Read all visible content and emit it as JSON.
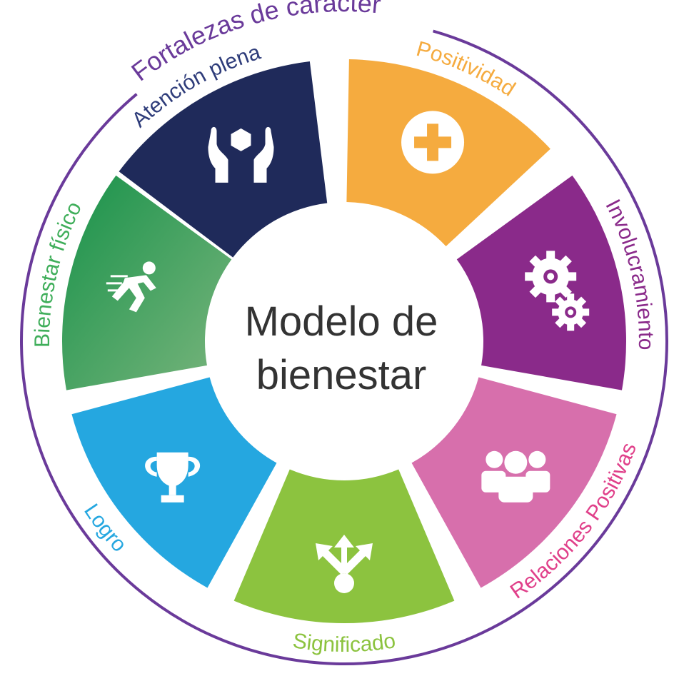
{
  "outer_title": "Fortalezas de carácter",
  "center": {
    "line1": "Modelo de",
    "line2": "bienestar"
  },
  "segments": [
    {
      "key": "atencion",
      "label": "Atención plena",
      "color": "#1f2a5a",
      "label_color": "#2e3c7a",
      "icon": "hands-holding-cube-icon"
    },
    {
      "key": "positividad",
      "label": "Positividad",
      "color": "#f5ab3f",
      "label_color": "#f5ab3f",
      "icon": "plus-circle-icon"
    },
    {
      "key": "involucramiento",
      "label": "Involucramiento",
      "color": "#8a2a8a",
      "label_color": "#8a2a8a",
      "icon": "gears-icon"
    },
    {
      "key": "relaciones",
      "label": "Relaciones Positivas",
      "color": "#d76fac",
      "label_color": "#e0408a",
      "icon": "people-group-icon"
    },
    {
      "key": "significado",
      "label": "Significado",
      "color": "#8cc33f",
      "label_color": "#8cc33f",
      "icon": "branching-arrows-icon"
    },
    {
      "key": "logro",
      "label": "Logro",
      "color": "#25a7e0",
      "label_color": "#25a7e0",
      "icon": "trophy-icon"
    },
    {
      "key": "fisico",
      "label": "Bienestar físico",
      "color": "#3a9a4a",
      "label_color": "#3fae5a",
      "icon": "running-person-icon"
    }
  ],
  "ring_color": "#6a3a9a"
}
